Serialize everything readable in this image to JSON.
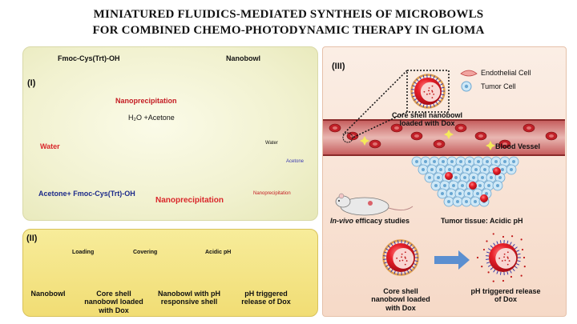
{
  "title": {
    "line1": "MINIATURED FLUIDICS-MEDIATED SYNTHEIS OF MICROBOWLS",
    "line2": "FOR COMBINED CHEMO-PHOTODYNAMIC THERAPY IN GLIOMA"
  },
  "panel1": {
    "roman": "(I)",
    "reagent": "Fmoc-Cys(Trt)-OH",
    "nanobowl": "Nanobowl",
    "nanoprecipitation": "Nanoprecipitation",
    "solvent": "H₂O +Acetone",
    "water": "Water",
    "acetone_mix": "Acetone+ Fmoc-Cys(Trt)-OH",
    "nanoprecipitation_bottom": "Nanoprecipitation",
    "inset_water": "Water",
    "inset_acetone": "Acetone",
    "inset_nano": "Nanoprecipitation"
  },
  "panel2": {
    "roman": "(II)",
    "steps": [
      "Nanobowl",
      "Core shell nanobowl loaded with Dox",
      "Nanobowl with pH responsive shell",
      "pH triggered release of Dox"
    ],
    "arrows": [
      "Loading",
      "Covering",
      "Acidic pH"
    ]
  },
  "panel3": {
    "roman": "(III)",
    "legend_endothelial": "Endothelial Cell",
    "legend_tumor": "Tumor Cell",
    "core_shell_top": "Core shell nanobowl loaded with Dox",
    "blood_vessel": "Blood Vessel",
    "invivo_1": "In-vivo",
    "invivo_2": " efficacy studies",
    "tumor_tissue": "Tumor tissue: Acidic pH",
    "core_shell_bottom": "Core shell nanobowl loaded with Dox",
    "release": "pH triggered release of Dox"
  }
}
